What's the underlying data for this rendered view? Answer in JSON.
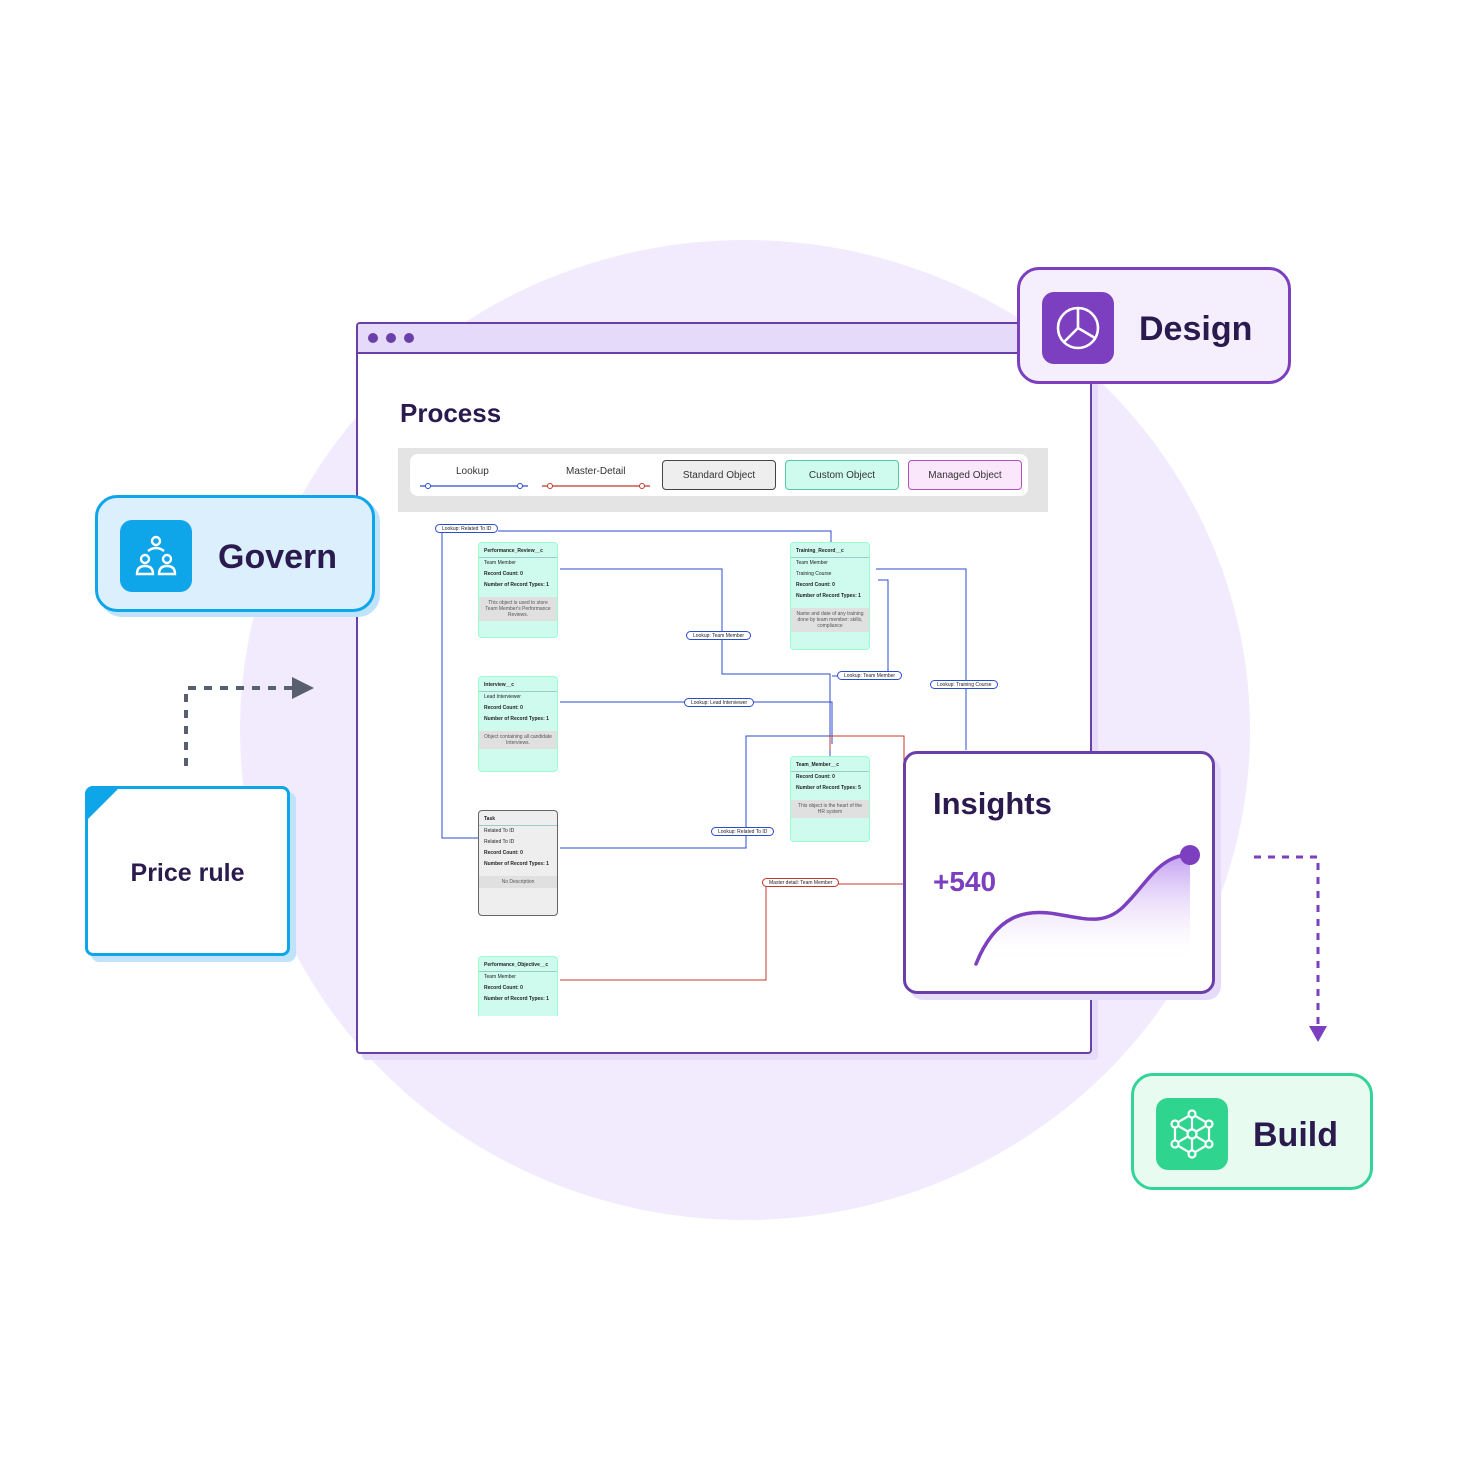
{
  "window": {
    "title": "Process",
    "legend": {
      "lookup": "Lookup",
      "master_detail": "Master-Detail",
      "standard": "Standard Object",
      "custom": "Custom Object",
      "managed": "Managed Object"
    }
  },
  "objects": {
    "perf_review": {
      "title": "Performance_Review__c",
      "f1": "Team Member",
      "f2": "Record Count: 0",
      "f3": "Number of Record Types: 1",
      "desc": "This object is used to store Team Member's Performance Reviews."
    },
    "training": {
      "title": "Training_Record__c",
      "f1": "Team Member",
      "f2": "Training Course",
      "f3": "Record Count: 0",
      "f4": "Number of Record Types: 1",
      "desc": "Name and date of any training done by team member: skills, compliance"
    },
    "interview": {
      "title": "Interview__c",
      "f1": "Lead Interviewer",
      "f2": "Record Count: 0",
      "f3": "Number of Record Types: 1",
      "desc": "Object containing all candidate Interviews."
    },
    "team_member": {
      "title": "Team_Member__c",
      "f1": "Record Count: 0",
      "f2": "Number of Record Types: 5",
      "desc": "This object is the heart of the HR system"
    },
    "task": {
      "title": "Task",
      "f1": "Related To ID",
      "f2": "Related To ID",
      "f3": "Record Count: 0",
      "f4": "Number of Record Types: 1",
      "desc": "No Description"
    },
    "perf_objective": {
      "title": "Performance_Objective__c",
      "f1": "Team Member",
      "f2": "Record Count: 0",
      "f3": "Number of Record Types: 1"
    }
  },
  "relations": {
    "r1": "Lookup: Related To ID",
    "r2": "Lookup: Team Member",
    "r3": "Lookup: Team Member",
    "r4": "Lookup: Training Course",
    "r5": "Lookup: Lead Interviewer",
    "r6": "Lookup: Related To ID",
    "r7": "Master detail: Team Member"
  },
  "cards": {
    "govern": "Govern",
    "design": "Design",
    "build": "Build",
    "price_rule": "Price rule",
    "insights": "Insights",
    "insights_value": "+540"
  },
  "colors": {
    "purple": "#6b3fa8",
    "accent_purple": "#7b3fbf",
    "blue": "#0ea5e9",
    "green": "#2fd48e",
    "lookup_line": "#2b4bd0",
    "master_line": "#c0392b"
  },
  "icons": {
    "govern": "people-network-icon",
    "design": "pie-chart-icon",
    "build": "network-atom-icon"
  }
}
